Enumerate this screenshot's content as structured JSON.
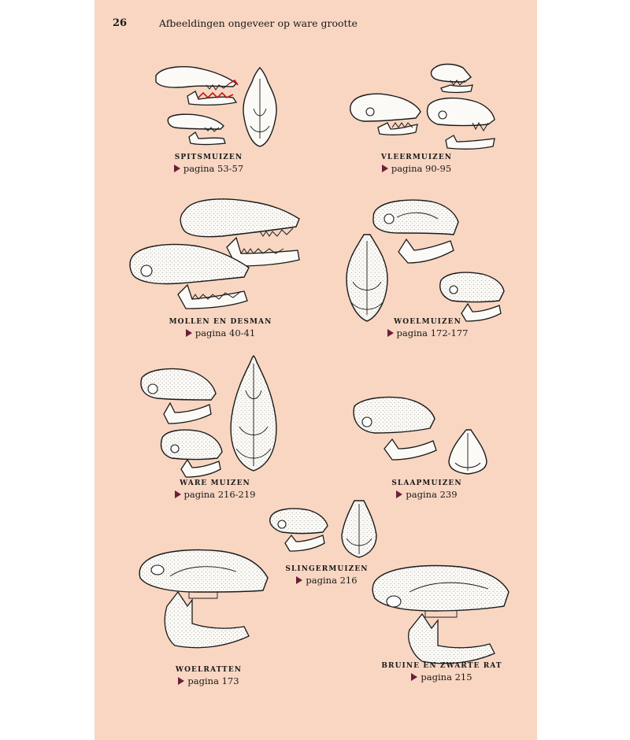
{
  "header": {
    "page_number": "26",
    "running_head": "Afbeeldingen ongeveer op ware grootte"
  },
  "groups": [
    {
      "title": "SPITSMUIZEN",
      "pages": "pagina 53-57"
    },
    {
      "title": "VLEERMUIZEN",
      "pages": "pagina 90-95"
    },
    {
      "title": "MOLLEN EN DESMAN",
      "pages": "pagina 40-41"
    },
    {
      "title": "WOELMUIZEN",
      "pages": "pagina 172-177"
    },
    {
      "title": "WARE MUIZEN",
      "pages": "pagina 216-219"
    },
    {
      "title": "SLAAPMUIZEN",
      "pages": "pagina 239"
    },
    {
      "title": "SLINGERMUIZEN",
      "pages": "pagina 216"
    },
    {
      "title": "WOELRATTEN",
      "pages": "pagina 173"
    },
    {
      "title": "BRUINE EN ZWARTE RAT",
      "pages": "pagina 215"
    }
  ],
  "colors": {
    "page_background": "#f8d6c2",
    "arrow": "#6b1f3a",
    "teeth_highlight": "#c0161c"
  }
}
